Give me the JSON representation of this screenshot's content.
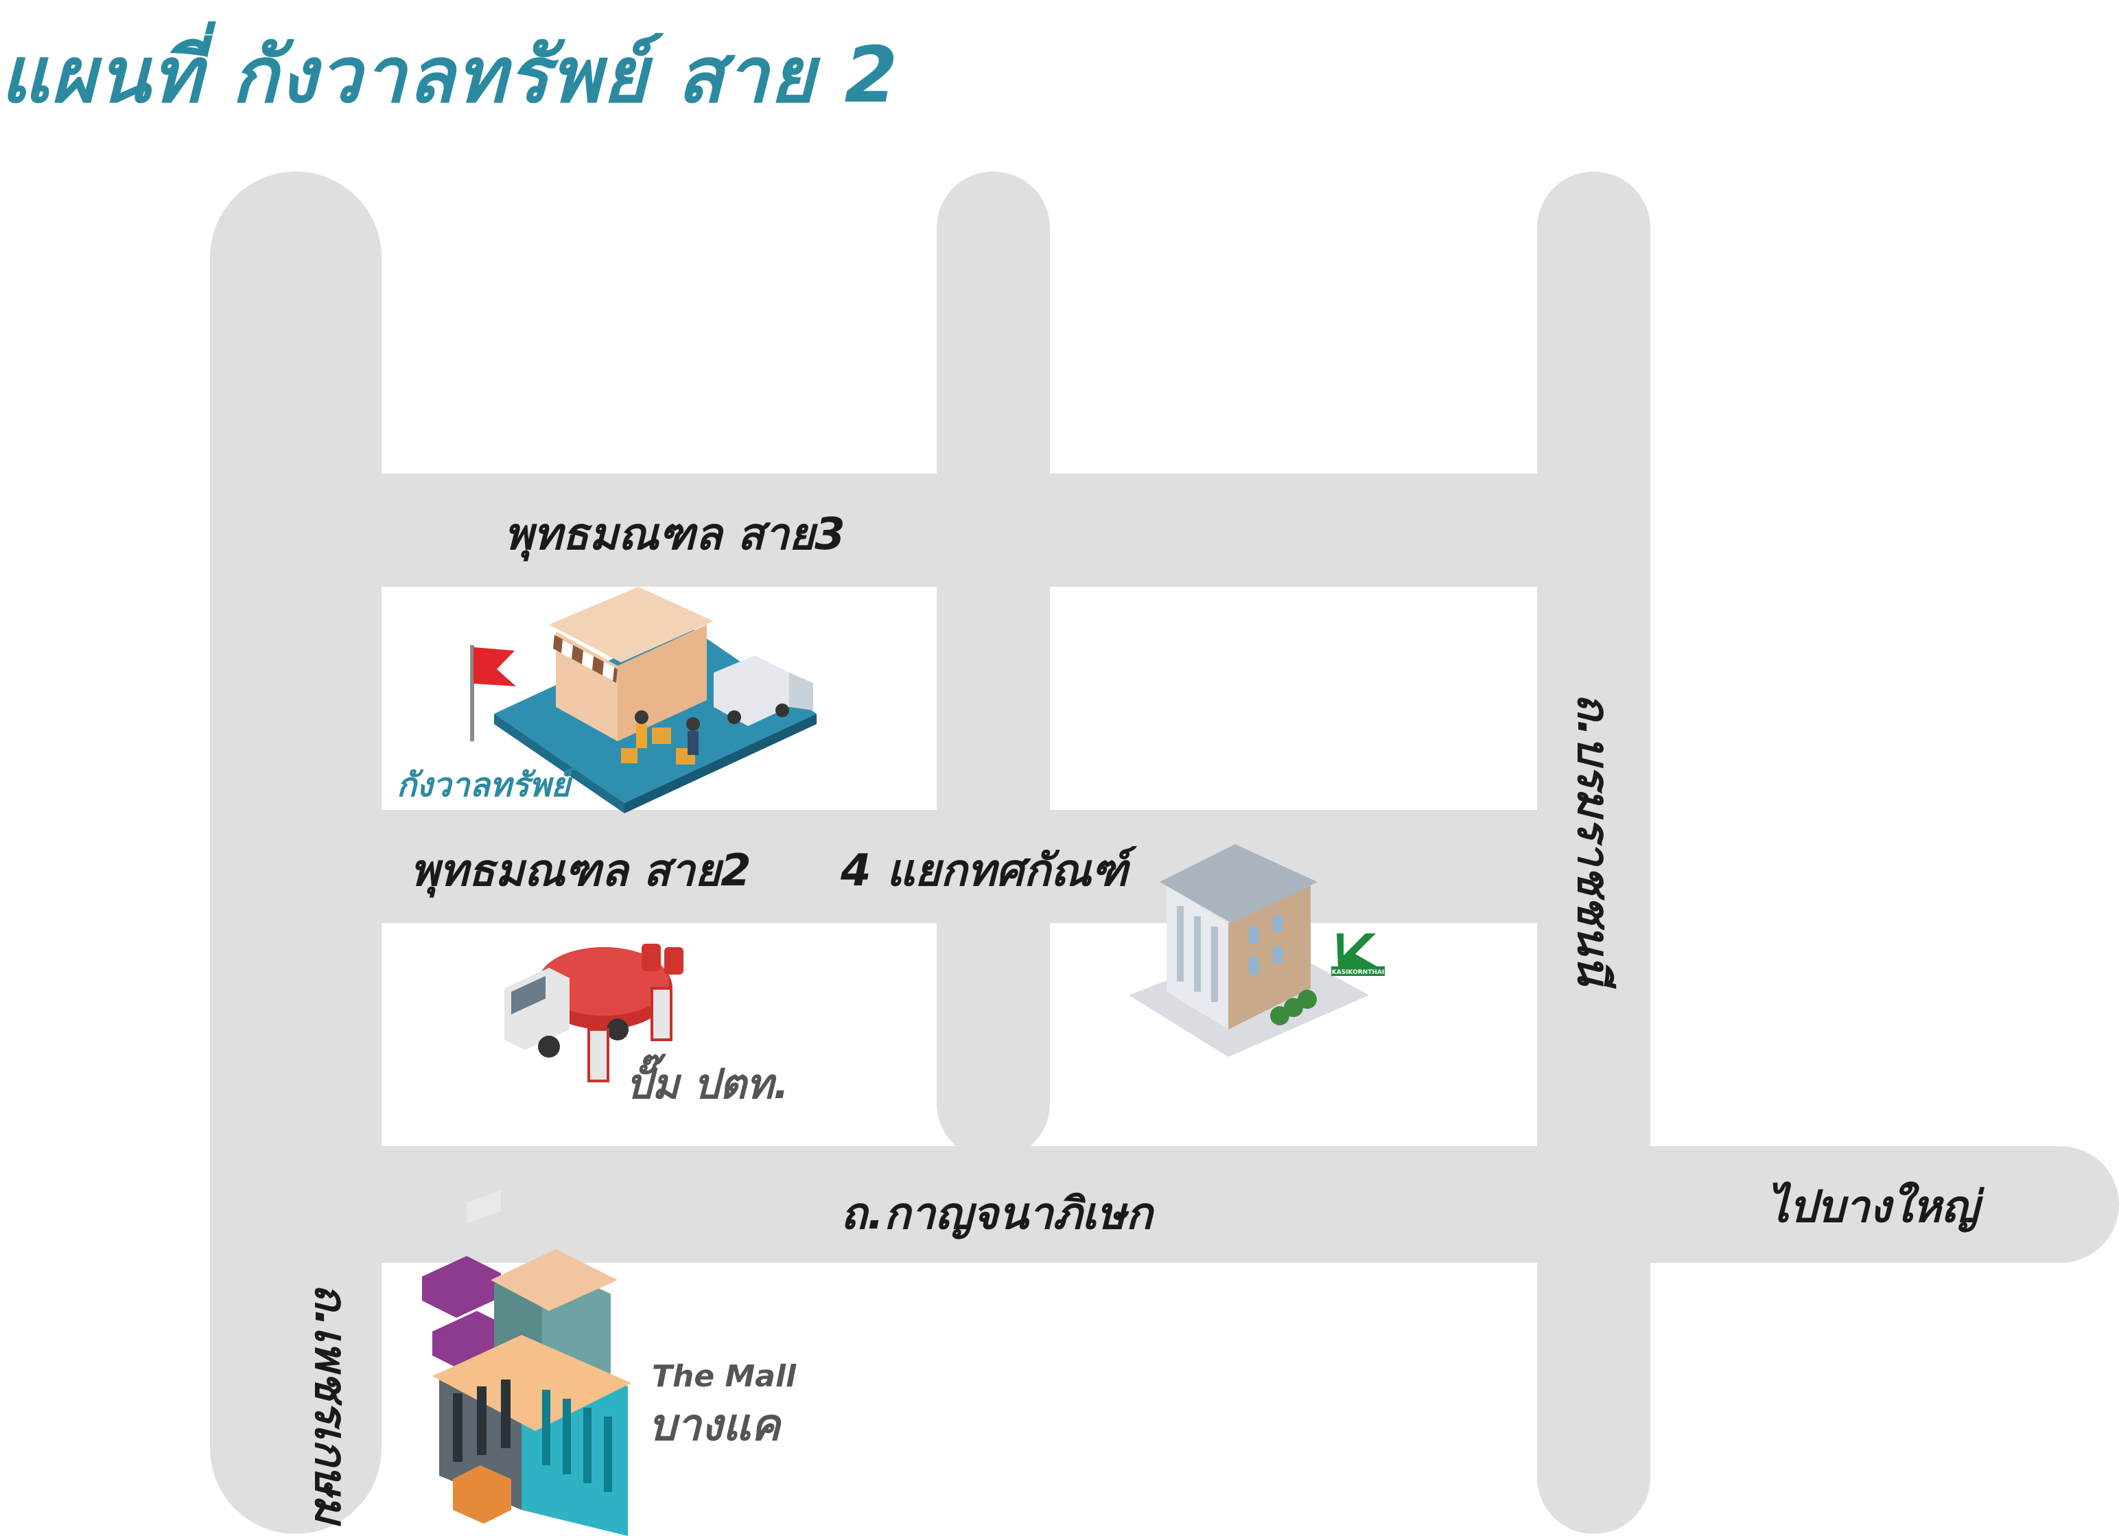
{
  "title": "แผนที่ กังวาลทรัพย์ สาย 2",
  "colors": {
    "title": "#2b8aa0",
    "road": "#dfdfdf",
    "label": "#1a1a1a",
    "place_label_teal": "#2b8aa0",
    "place_label_gray": "#555555",
    "flag": "#e1262b",
    "bank_logo": "#1e8a3c"
  },
  "roads": {
    "phetkasem": "ถ.เพชรเกษม",
    "borommaratchachonnani": "ถ.บรมราชชนนี",
    "kanchanaphisek": "ถ.กาญจนาภิเษก",
    "phutthamonthon_3": "พุทธมณฑล สาย3",
    "phutthamonthon_2": "พุทธมณฑล สาย2",
    "intersection": "4 แยกทศกัณฑ์",
    "to_bang_yai": "ไปบางใหญ่"
  },
  "places": {
    "store": {
      "label": "กังวาลทรัพย์",
      "icon": "store-flag-icon"
    },
    "gas": {
      "label": "ปั๊ม ปตท.",
      "icon": "gas-station-icon"
    },
    "bank": {
      "logo_text": "KASIKORNTHAI",
      "icon": "bank-building-icon"
    },
    "mall": {
      "label_line1": "The Mall",
      "label_line2": "บางแค",
      "icon": "mall-building-icon"
    }
  }
}
